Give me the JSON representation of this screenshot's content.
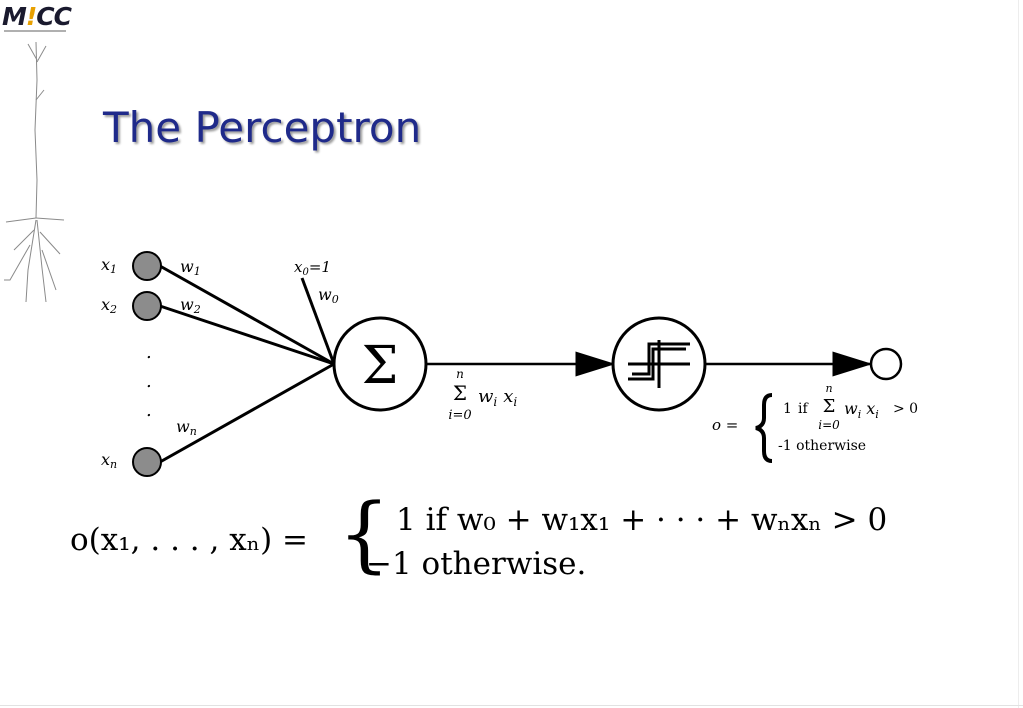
{
  "logo": {
    "prefix": "M",
    "bang": "!",
    "suffix": "CC"
  },
  "slide": {
    "title": "The Perceptron"
  },
  "diagram": {
    "inputs": [
      {
        "label": "x",
        "sub": "1",
        "weight": "w",
        "weight_sub": "1"
      },
      {
        "label": "x",
        "sub": "2",
        "weight": "w",
        "weight_sub": "2"
      },
      {
        "label": "x",
        "sub": "n",
        "weight": "w",
        "weight_sub": "n"
      }
    ],
    "dots": ".",
    "bias": {
      "label": "x",
      "sub": "0",
      "eq": "=1",
      "weight": "w",
      "weight_sub": "0"
    },
    "summation_symbol": "Σ",
    "sum_expr": {
      "upper": "n",
      "sigma": "Σ",
      "lower": "i=0",
      "term": "w",
      "term_sub": "i",
      "term2": "x",
      "term2_sub": "i"
    },
    "output": {
      "lhs": "o =",
      "case1_value": "1",
      "case1_if": "if",
      "case1_upper": "n",
      "case1_sigma": "Σ",
      "case1_lower": "i=0",
      "case1_cond": "w",
      "case1_cond_sub": "i",
      "case1_cond2": "x",
      "case1_cond2_sub": "i",
      "case1_gt": "> 0",
      "case2": "-1 otherwise"
    }
  },
  "formula": {
    "lhs": "o(x₁, . . . , xₙ) =",
    "case1": "1  if  w₀ + w₁x₁ + · · · + wₙxₙ > 0",
    "case2": "−1  otherwise."
  }
}
